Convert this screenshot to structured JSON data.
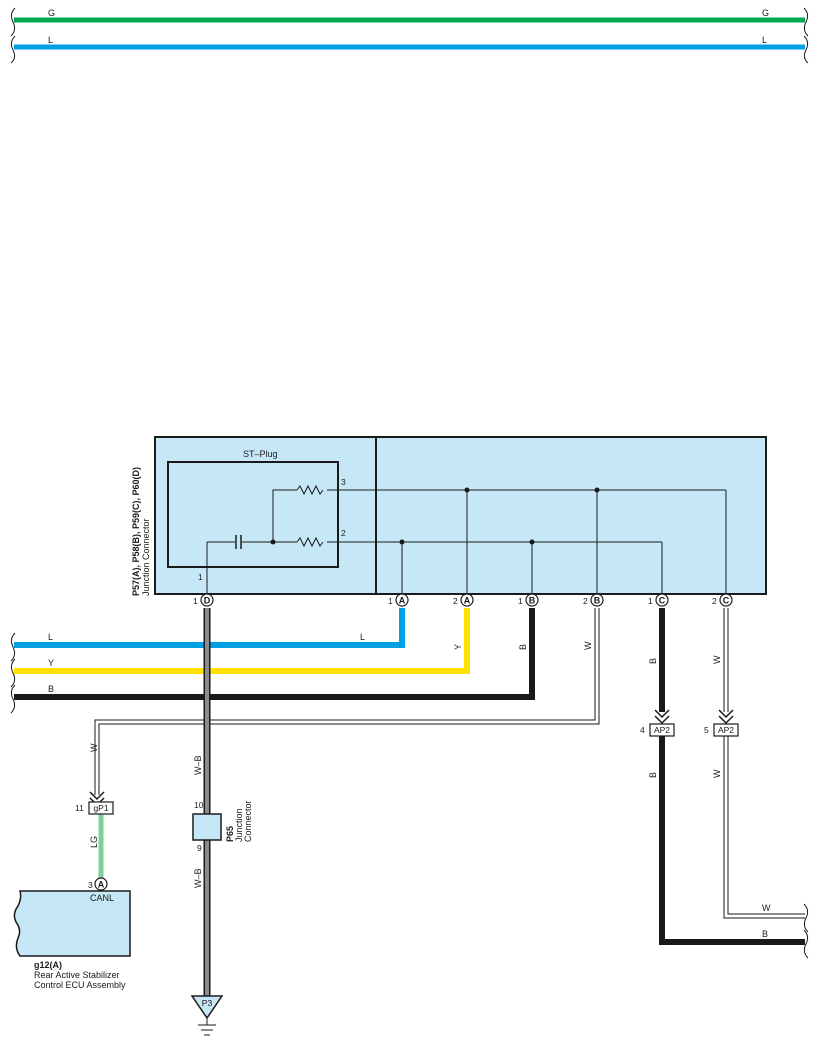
{
  "colors": {
    "G": "#00a651",
    "L": "#00a0e3",
    "Y": "#ffe000",
    "B": "#1a1a1a",
    "LG": "#7fcf9c",
    "W-B": "#1a1a1a",
    "box_fill": "#c6e8f6",
    "outline": "#1a1a1a"
  },
  "top_wires": [
    {
      "left_label": "G",
      "right_label": "G",
      "color": "G"
    },
    {
      "left_label": "L",
      "right_label": "L",
      "color": "L"
    }
  ],
  "junction_connector": {
    "codes": "P57(A), P58(B), P59(C), P60(D)",
    "description": "Junction Connector",
    "st_plug": "ST–Plug",
    "internal_pin_3": "3",
    "internal_pin_2": "2",
    "internal_pin_1": "1",
    "pins": [
      {
        "num": "1",
        "letter": "D"
      },
      {
        "num": "1",
        "letter": "A"
      },
      {
        "num": "2",
        "letter": "A"
      },
      {
        "num": "1",
        "letter": "B"
      },
      {
        "num": "2",
        "letter": "B"
      },
      {
        "num": "1",
        "letter": "C"
      },
      {
        "num": "2",
        "letter": "C"
      }
    ]
  },
  "wire_labels": {
    "left_L": "L",
    "left_Y": "Y",
    "left_B": "B",
    "L_right": "L",
    "Y_vert": "Y",
    "B_vert": "B",
    "W_vert": "W",
    "C1_B": "B",
    "C2_W": "W",
    "W_left": "W",
    "WB_upper": "W–B",
    "WB_lower": "W–B",
    "LG": "LG",
    "AP2_4_B": "B",
    "AP2_5_W": "W",
    "right_W": "W",
    "right_B": "B"
  },
  "connectors": {
    "ap2_a": {
      "pin": "4",
      "name": "AP2"
    },
    "ap2_b": {
      "pin": "5",
      "name": "AP2"
    },
    "gp1": {
      "pin": "11",
      "name": "gP1"
    }
  },
  "p65": {
    "code": "P65",
    "line1": "Junction",
    "line2": "Connector",
    "pin_top": "10",
    "pin_bottom": "9"
  },
  "ecu": {
    "pin": "3",
    "letter": "A",
    "signal": "CANL",
    "code": "g12(A)",
    "name_line1": "Rear Active Stabilizer",
    "name_line2": "Control ECU Assembly"
  },
  "ground": {
    "name": "P3"
  }
}
